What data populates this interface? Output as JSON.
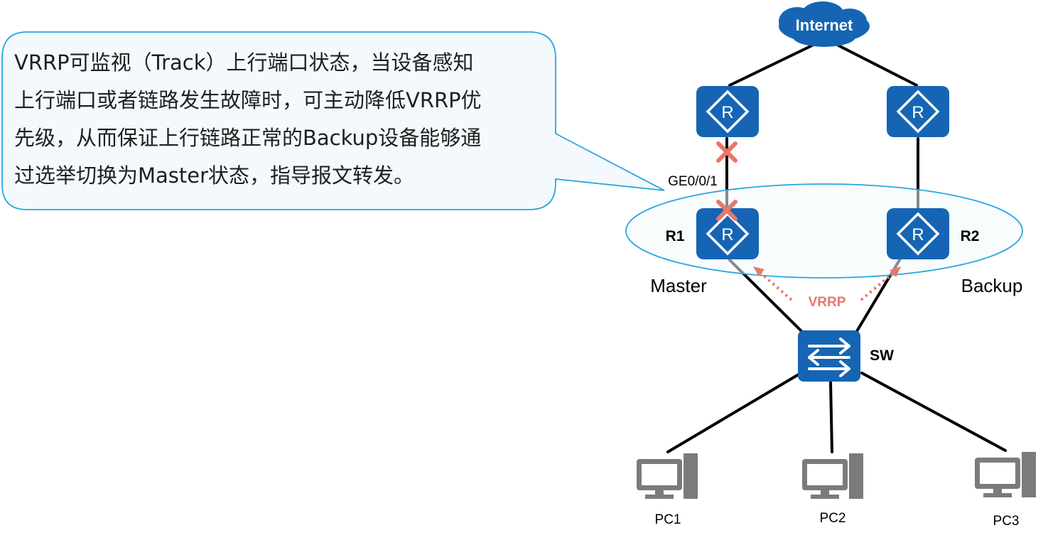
{
  "callout": {
    "lines": [
      "VRRP可监视（Track）上行端口状态，当设备感知",
      "上行端口或者链路发生故障时，可主动降低VRRP优",
      "先级，从而保证上行链路正常的Backup设备能够通",
      "过选举切换为Master状态，指导报文转发。"
    ]
  },
  "network": {
    "internet_label": "Internet",
    "port_label": "GE0/0/1",
    "r1_label": "R1",
    "r2_label": "R2",
    "master_label": "Master",
    "backup_label": "Backup",
    "vrrp_label": "VRRP",
    "switch_label": "SW",
    "pcs": [
      "PC1",
      "PC2",
      "PC3"
    ],
    "router_glyph": "R"
  },
  "colors": {
    "device_blue": "#1565b4",
    "callout_border": "#29a6e0",
    "callout_fill": "#f3f9fc",
    "fault_red": "#e8776a",
    "link_black": "#000000",
    "pc_gray": "#7b7b7b"
  },
  "icons": [
    "cloud-icon",
    "router-icon",
    "switch-icon",
    "pc-icon",
    "fault-x-icon"
  ]
}
